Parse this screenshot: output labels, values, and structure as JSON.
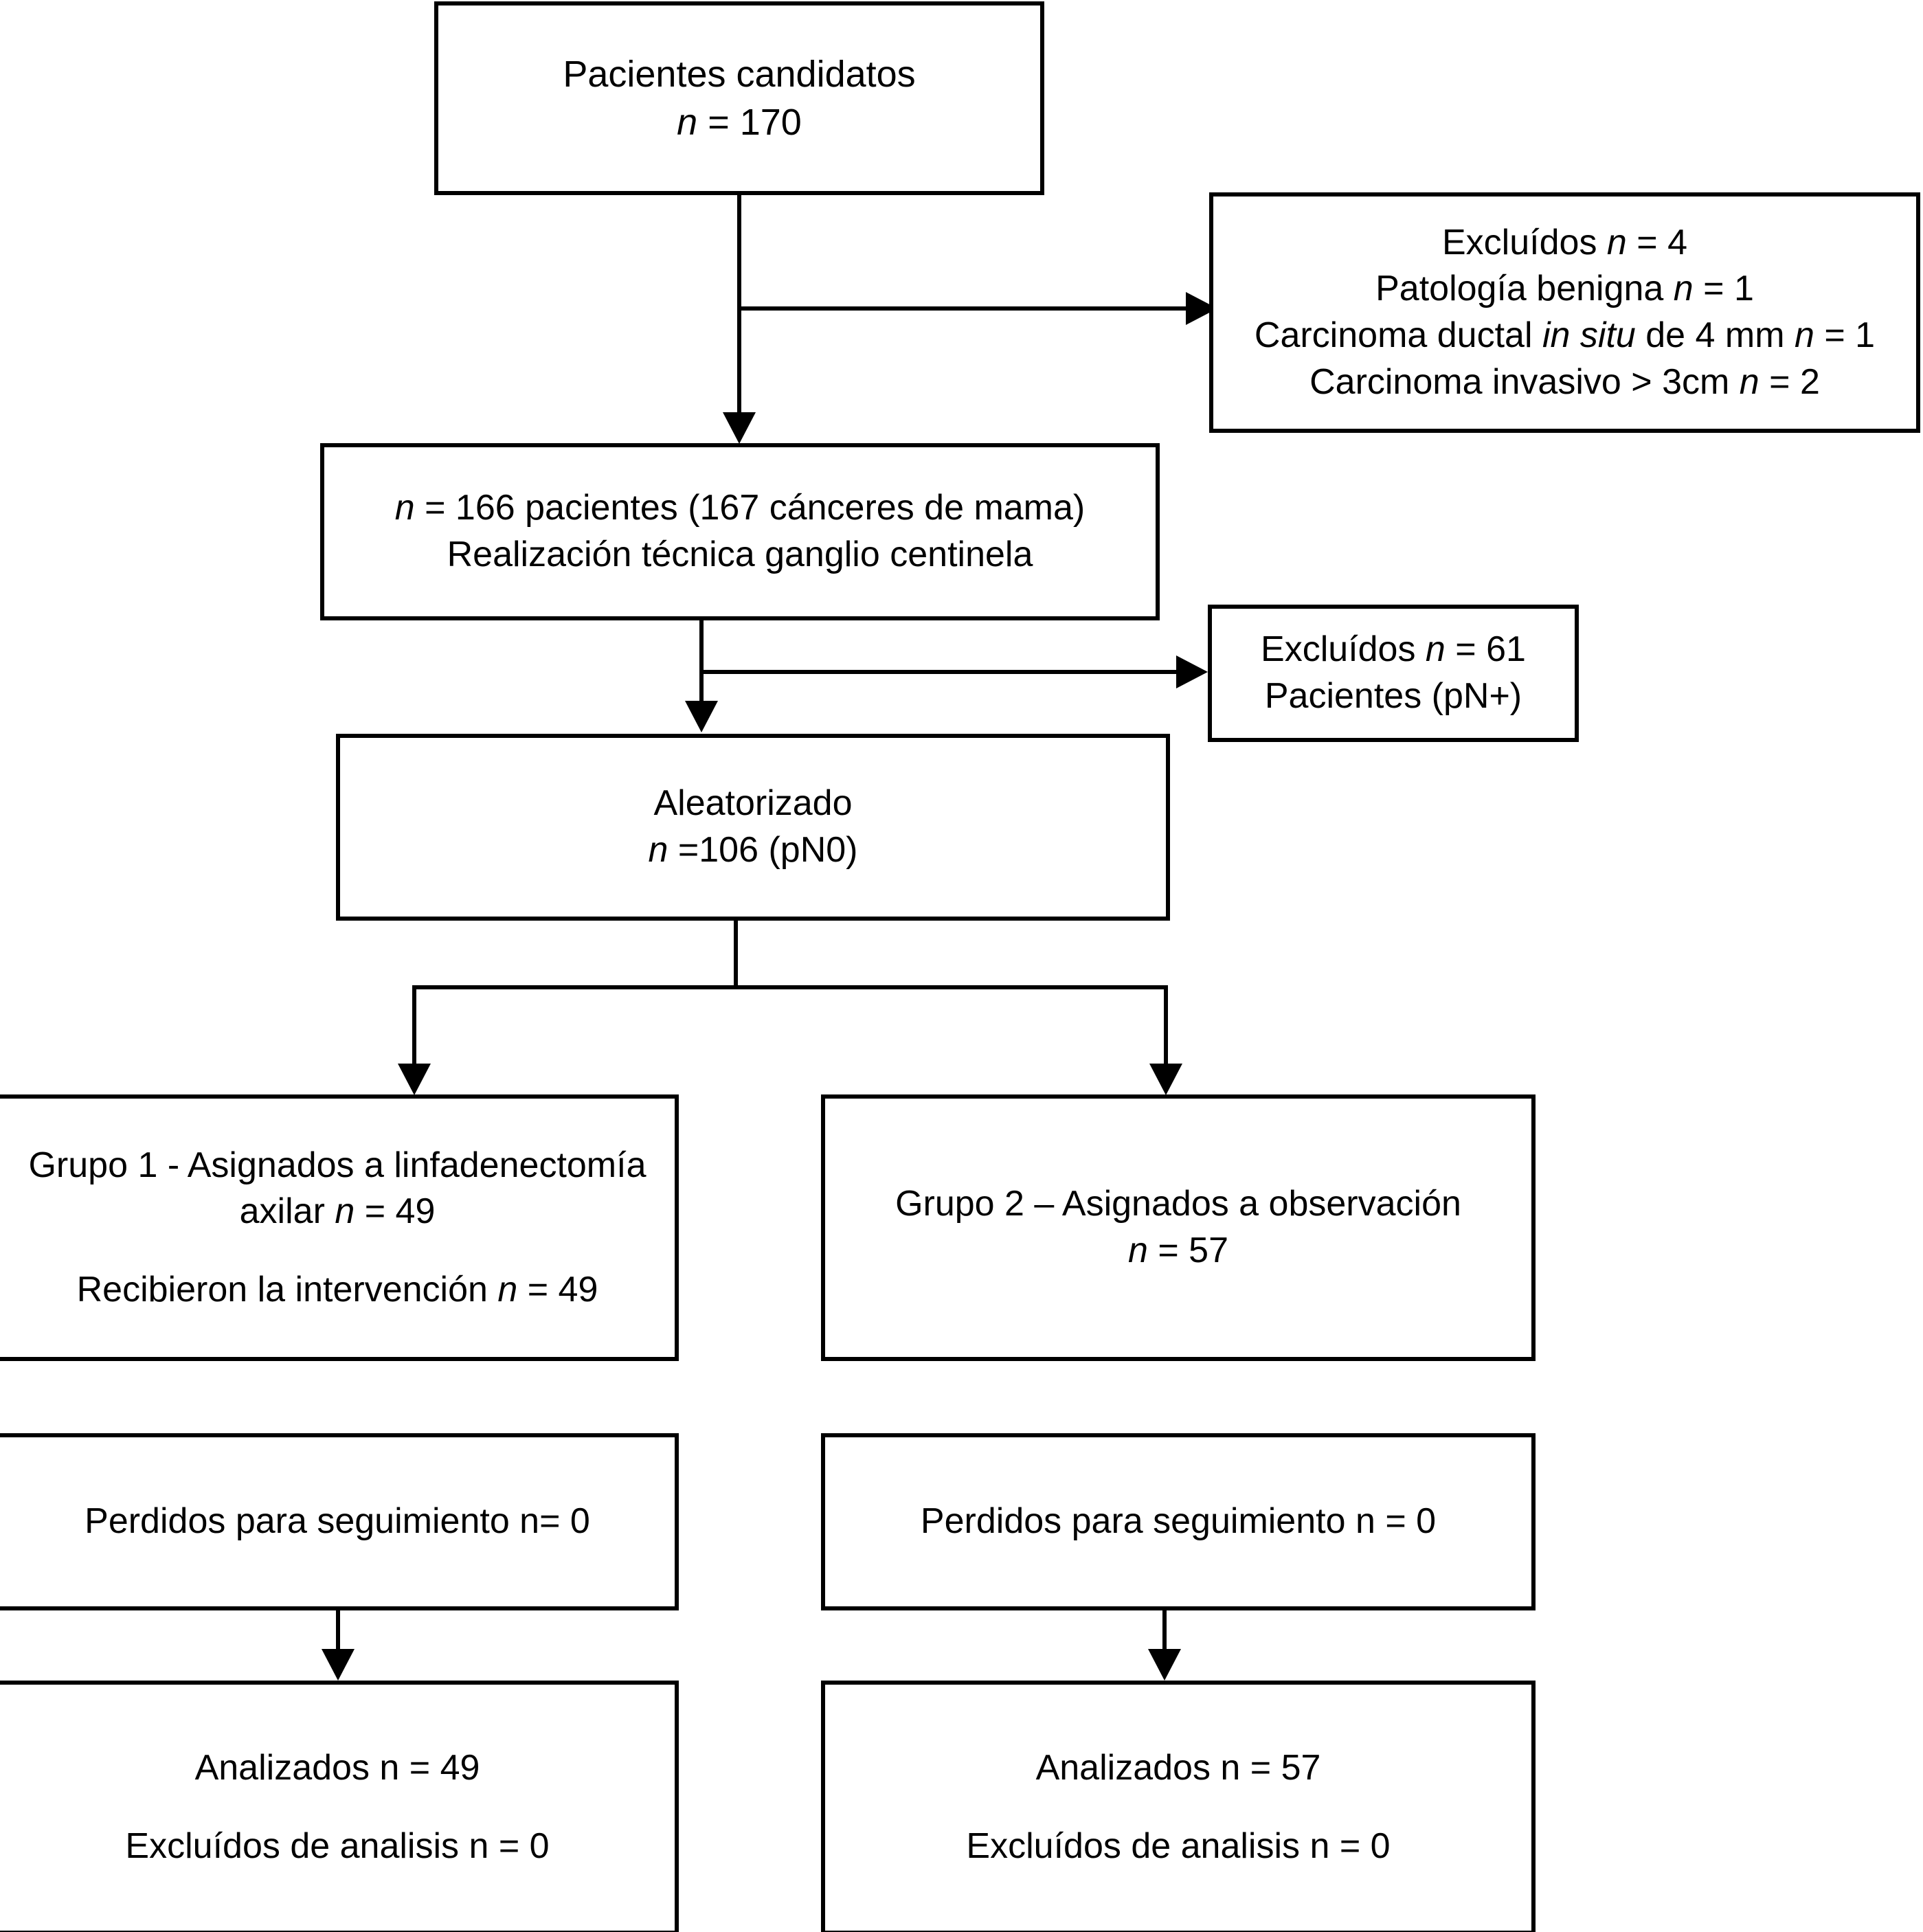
{
  "diagram": {
    "type": "CONSORT participant flow diagram",
    "language": "es"
  },
  "nodes": {
    "candidates": {
      "line1": "Pacientes candidatos",
      "n_symbol": "n",
      "n_value": " = 170"
    },
    "excluded_first": {
      "line1_a": "Excluídos ",
      "line1_n": "n",
      "line1_b": " = 4",
      "line2_a": "Patología benigna ",
      "line2_n": "n",
      "line2_b": " = 1",
      "line3_a": "Carcinoma ductal ",
      "line3_it": "in situ",
      "line3_b": " de 4 mm ",
      "line3_n": "n",
      "line3_c": " = 1",
      "line4_a": "Carcinoma invasivo  > 3cm ",
      "line4_n": "n",
      "line4_b": " = 2"
    },
    "sentinel": {
      "line1_n": "n",
      "line1_a": " = 166 pacientes (167 cánceres de mama)",
      "line2": "Realización técnica ganglio centinela"
    },
    "excluded_pn": {
      "line1_a": "Excluídos ",
      "line1_n": "n",
      "line1_b": " = 61",
      "line2": "Pacientes (pN+)"
    },
    "randomized": {
      "line1": "Aleatorizado",
      "line2_n": "n",
      "line2_a": " =106 (pN0)"
    },
    "group1": {
      "line1": "Grupo 1 - Asignados a linfadenectomía",
      "line2_a": "axilar ",
      "line2_n": "n",
      "line2_b": " = 49",
      "line3_a": "Recibieron la intervención ",
      "line3_n": "n",
      "line3_b": " = 49"
    },
    "group2": {
      "line1": "Grupo 2  – Asignados a observación",
      "line2_n": "n",
      "line2_a": " = 57"
    },
    "lost1": {
      "line1": "Perdidos para seguimiento  n= 0"
    },
    "lost2": {
      "line1": "Perdidos para seguimiento  n = 0"
    },
    "analyzed1": {
      "line1": "Analizados n = 49",
      "line2": "Excluídos de analisis n = 0"
    },
    "analyzed2": {
      "line1": "Analizados n = 57",
      "line2": "Excluídos de analisis n = 0"
    }
  },
  "style": {
    "stroke_color": "#000000",
    "background_color": "#ffffff",
    "text_color": "#000000"
  }
}
